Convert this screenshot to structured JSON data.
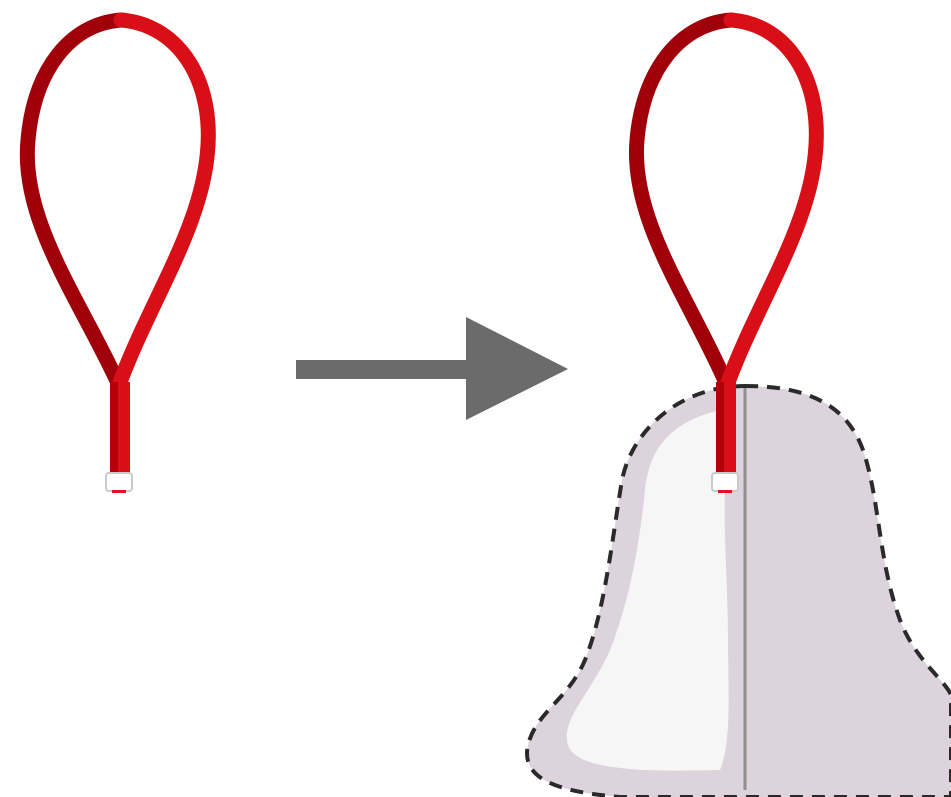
{
  "diagram": {
    "steps": [
      {
        "id": "loop",
        "icon": "ribbon-loop-icon"
      },
      {
        "id": "arrow",
        "icon": "right-arrow-icon"
      },
      {
        "id": "result",
        "icon": "bell-with-ribbon-icon"
      }
    ],
    "colors": {
      "ribbon_dark": "#a8000a",
      "ribbon_light": "#dc1018",
      "arrow": "#6b6b6b",
      "bell_fill": "#ddd3dc",
      "bell_highlight": "#f7f6f7",
      "bell_outline": "#2a2a2a",
      "seam": "#8f8f8f"
    }
  }
}
